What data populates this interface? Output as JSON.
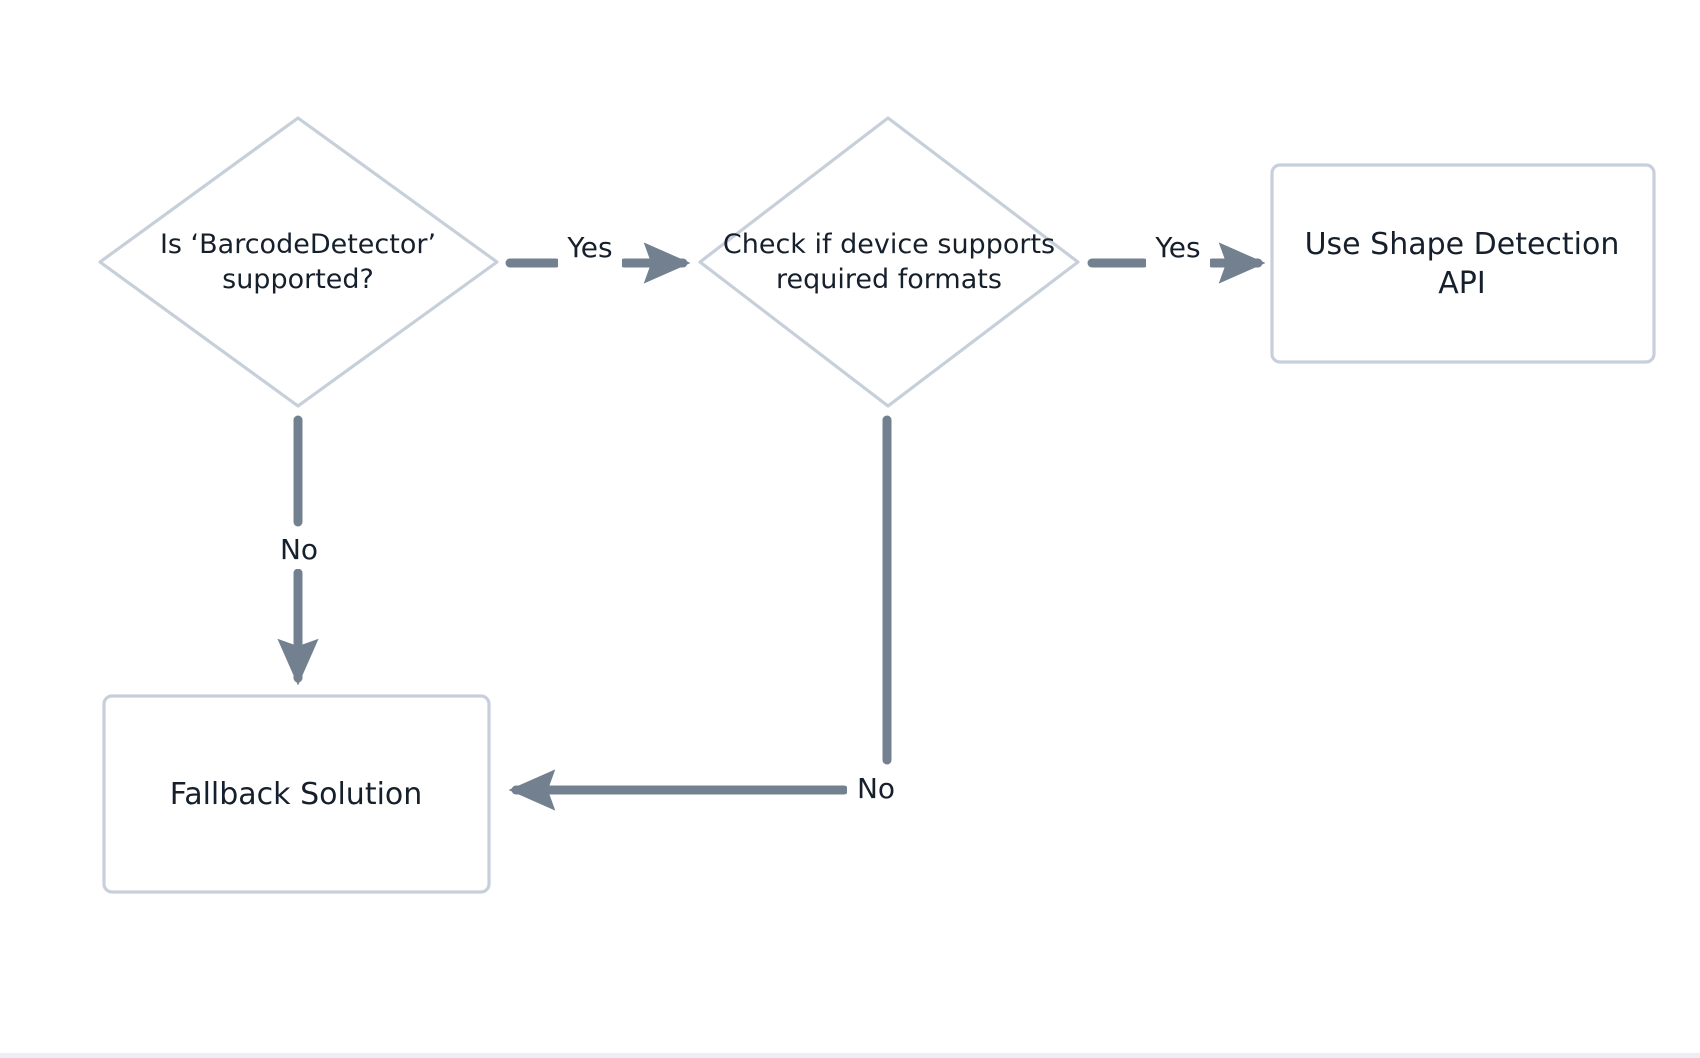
{
  "diagram": {
    "type": "flowchart",
    "background_color": "#ffffff",
    "node_stroke_color": "#c7d0da",
    "node_fill_color": "#ffffff",
    "edge_color": "#73808f",
    "text_color": "#16202c",
    "nodes": [
      {
        "id": "diamond-1",
        "shape": "diamond",
        "label": "Is ‘BarcodeDetector’\nsupported?"
      },
      {
        "id": "diamond-2",
        "shape": "diamond",
        "label": "Check if device supports\nrequired formats"
      },
      {
        "id": "box-shape-api",
        "shape": "rectangle",
        "label": "Use Shape Detection\nAPI"
      },
      {
        "id": "box-fallback",
        "shape": "rectangle",
        "label": "Fallback Solution"
      }
    ],
    "edges": [
      {
        "id": "edge-yes-1",
        "from": "diamond-1",
        "to": "diamond-2",
        "label": "Yes",
        "direction": "right"
      },
      {
        "id": "edge-yes-2",
        "from": "diamond-2",
        "to": "box-shape-api",
        "label": "Yes",
        "direction": "right"
      },
      {
        "id": "edge-no-1",
        "from": "diamond-1",
        "to": "box-fallback",
        "label": "No",
        "direction": "down"
      },
      {
        "id": "edge-no-2",
        "from": "diamond-2",
        "to": "box-fallback",
        "label": "No",
        "direction": "down-left"
      }
    ]
  }
}
